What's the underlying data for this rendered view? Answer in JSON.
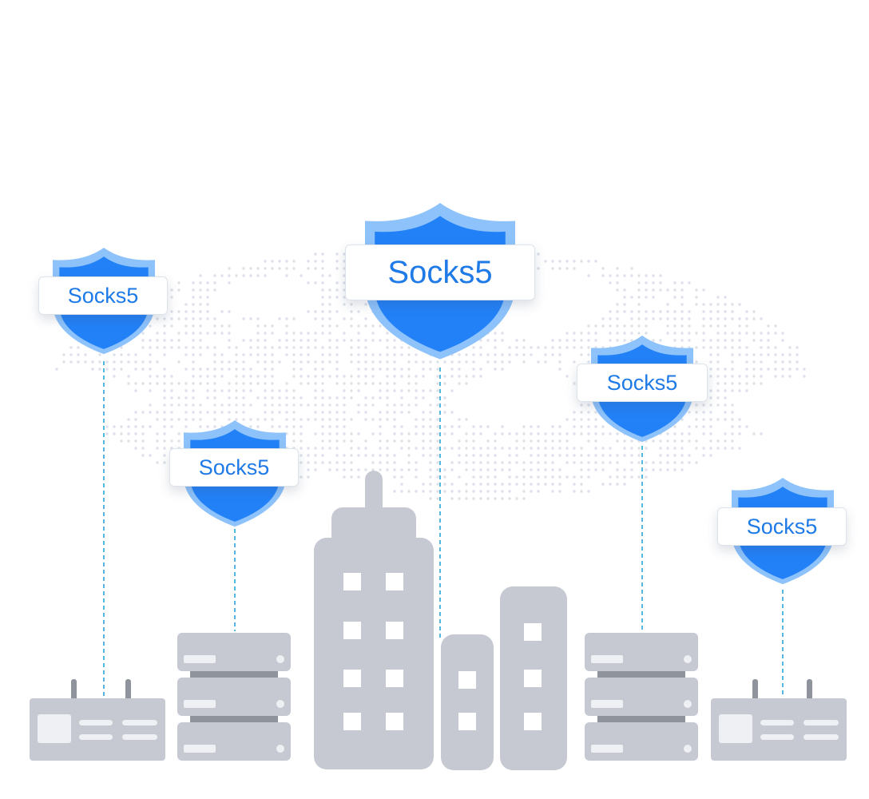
{
  "colors": {
    "shield_fill": "#2381f7",
    "shield_rim": "#8dc2fb",
    "label_text": "#1e7ae6",
    "connector": "#27a7d8",
    "device_gray": "#c6c9d1",
    "device_dark": "#8e939c",
    "map_dots": "#dce1ea"
  },
  "shields": [
    {
      "id": "left-top",
      "label": "Socks5"
    },
    {
      "id": "left-mid",
      "label": "Socks5"
    },
    {
      "id": "center",
      "label": "Socks5"
    },
    {
      "id": "right-mid",
      "label": "Socks5"
    },
    {
      "id": "right-bottom",
      "label": "Socks5"
    }
  ],
  "devices": [
    {
      "kind": "router-icon"
    },
    {
      "kind": "server-stack-icon"
    },
    {
      "kind": "tall-building-icon"
    },
    {
      "kind": "small-building-icon"
    },
    {
      "kind": "medium-building-icon"
    },
    {
      "kind": "server-stack-icon"
    },
    {
      "kind": "router-icon"
    }
  ]
}
